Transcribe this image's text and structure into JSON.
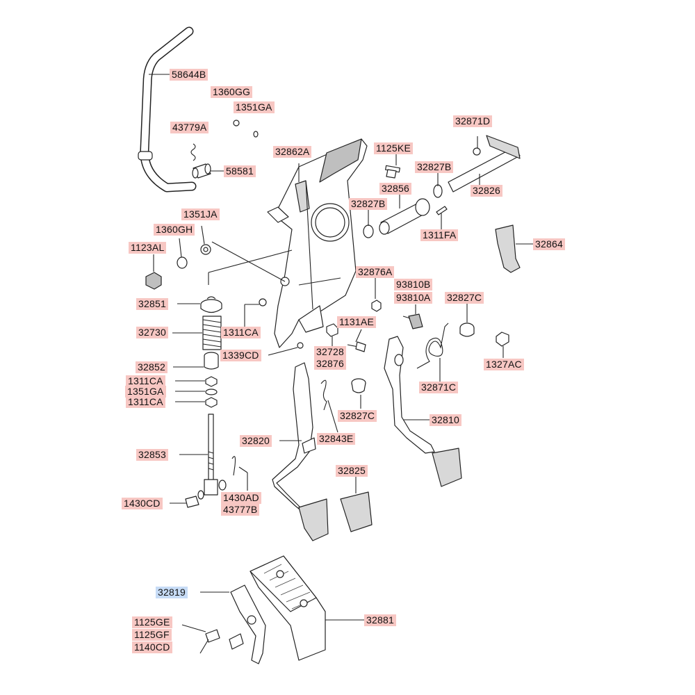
{
  "diagram": {
    "labels": [
      {
        "id": "l1",
        "text": "58644B",
        "style": "red"
      },
      {
        "id": "l2",
        "text": "1360GG",
        "style": "red"
      },
      {
        "id": "l3",
        "text": "1351GA",
        "style": "red"
      },
      {
        "id": "l4",
        "text": "43779A",
        "style": "red"
      },
      {
        "id": "l5",
        "text": "58581",
        "style": "red"
      },
      {
        "id": "l6",
        "text": "32862A",
        "style": "red"
      },
      {
        "id": "l7",
        "text": "1125KE",
        "style": "red"
      },
      {
        "id": "l8",
        "text": "32871D",
        "style": "red"
      },
      {
        "id": "l9",
        "text": "32827B",
        "style": "red"
      },
      {
        "id": "l10",
        "text": "32856",
        "style": "red"
      },
      {
        "id": "l11",
        "text": "32826",
        "style": "red"
      },
      {
        "id": "l12",
        "text": "32827B",
        "style": "red"
      },
      {
        "id": "l13",
        "text": "1351JA",
        "style": "red"
      },
      {
        "id": "l14",
        "text": "1360GH",
        "style": "red"
      },
      {
        "id": "l15",
        "text": "1311FA",
        "style": "red"
      },
      {
        "id": "l16",
        "text": "1123AL",
        "style": "red"
      },
      {
        "id": "l17",
        "text": "32864",
        "style": "red"
      },
      {
        "id": "l18",
        "text": "32876A",
        "style": "red"
      },
      {
        "id": "l19",
        "text": "93810B",
        "style": "red"
      },
      {
        "id": "l20",
        "text": "93810A",
        "style": "red"
      },
      {
        "id": "l21",
        "text": "32827C",
        "style": "red"
      },
      {
        "id": "l22",
        "text": "32851",
        "style": "red"
      },
      {
        "id": "l23",
        "text": "1311CA",
        "style": "red"
      },
      {
        "id": "l24",
        "text": "1131AE",
        "style": "red"
      },
      {
        "id": "l25",
        "text": "32730",
        "style": "red"
      },
      {
        "id": "l26",
        "text": "32728",
        "style": "red"
      },
      {
        "id": "l27",
        "text": "32876",
        "style": "red"
      },
      {
        "id": "l28",
        "text": "1339CD",
        "style": "red"
      },
      {
        "id": "l29",
        "text": "1327AC",
        "style": "red"
      },
      {
        "id": "l30",
        "text": "32852",
        "style": "red"
      },
      {
        "id": "l31",
        "text": "32871C",
        "style": "red"
      },
      {
        "id": "l32",
        "text": "1311CA",
        "style": "red"
      },
      {
        "id": "l33",
        "text": "1351GA",
        "style": "red"
      },
      {
        "id": "l34",
        "text": "1311CA",
        "style": "red"
      },
      {
        "id": "l35",
        "text": "32827C",
        "style": "red"
      },
      {
        "id": "l36",
        "text": "32810",
        "style": "red"
      },
      {
        "id": "l37",
        "text": "32820",
        "style": "red"
      },
      {
        "id": "l38",
        "text": "32843E",
        "style": "red"
      },
      {
        "id": "l39",
        "text": "32853",
        "style": "red"
      },
      {
        "id": "l40",
        "text": "32825",
        "style": "red"
      },
      {
        "id": "l41",
        "text": "1430AD",
        "style": "red"
      },
      {
        "id": "l42",
        "text": "43777B",
        "style": "red"
      },
      {
        "id": "l43",
        "text": "1430CD",
        "style": "red"
      },
      {
        "id": "l44",
        "text": "32819",
        "style": "blue"
      },
      {
        "id": "l45",
        "text": "32881",
        "style": "red"
      },
      {
        "id": "l46",
        "text": "1125GE",
        "style": "red"
      },
      {
        "id": "l47",
        "text": "1125GF",
        "style": "red"
      },
      {
        "id": "l48",
        "text": "1140CD",
        "style": "red"
      }
    ]
  }
}
